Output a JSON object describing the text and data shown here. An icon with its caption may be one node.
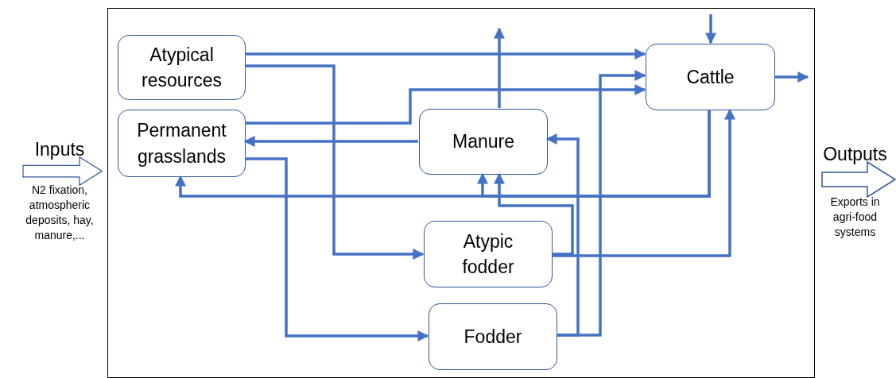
{
  "diagram": {
    "nodes": [
      {
        "text": [
          "Inputs",
          "N2 fixation, atmospheric deposits, hay, manure,..."
        ]
      },
      {
        "text": [],
        "shape": "box"
      },
      {
        "text": [
          "Atypical resources"
        ],
        "in": 1
      },
      {
        "text": [
          "Permanent grasslands"
        ],
        "in": 1
      },
      {
        "text": [
          "Manure"
        ],
        "in": 1
      },
      {
        "text": [
          "Cattle"
        ],
        "in": 1
      },
      {
        "text": [
          "Atypic fodder"
        ],
        "in": 1
      },
      {
        "text": [
          "Fodder"
        ],
        "in": 1
      },
      {
        "text": [
          "Outputs",
          "Exports in agri-food systems"
        ]
      }
    ],
    "edges": [
      {
        "from": 2,
        "to": 5,
        "arrow": "to"
      },
      {
        "from": 2,
        "to": 6,
        "arrow": "to"
      },
      {
        "from": 3,
        "to": 5,
        "arrow": "to"
      },
      {
        "from": 4,
        "to": 3,
        "arrow": "to"
      },
      {
        "from": 3,
        "to": 7,
        "arrow": "to"
      },
      {
        "from": 5,
        "to": 3,
        "arrow": "to"
      },
      {
        "from": 5,
        "to": 4,
        "arrow": "to"
      },
      {
        "from": 6,
        "to": 4,
        "arrow": "to"
      },
      {
        "from": 6,
        "to": 5,
        "arrow": "to"
      },
      {
        "from": 7,
        "to": 4,
        "arrow": "to"
      },
      {
        "from": 7,
        "to": 5,
        "arrow": "to"
      },
      {
        "from": 4,
        "to": null,
        "arrow": "to"
      },
      {
        "from": null,
        "to": 5,
        "arrow": "to"
      },
      {
        "from": 5,
        "to": null,
        "arrow": "to"
      }
    ]
  }
}
